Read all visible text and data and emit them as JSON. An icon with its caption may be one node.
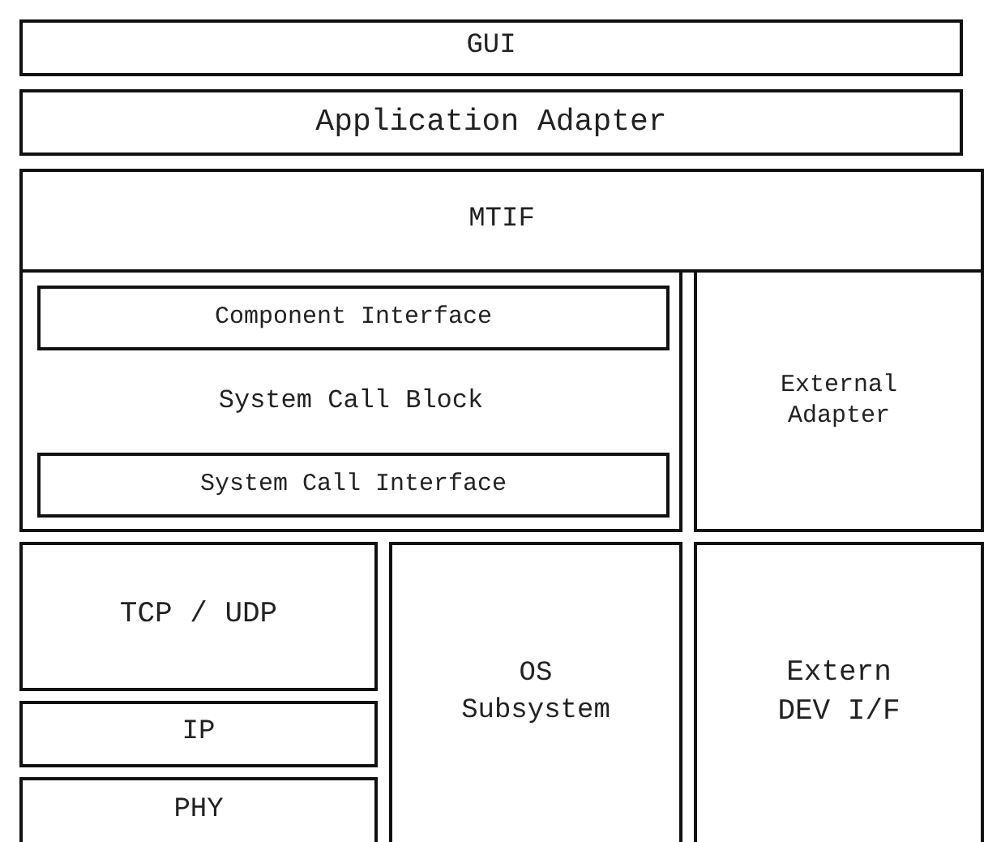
{
  "diagram": {
    "nodes": [
      {
        "text": [
          "GUI"
        ]
      },
      {
        "text": [
          "Application Adapter"
        ]
      },
      {
        "text": [
          "MTIF"
        ]
      },
      {
        "text": [
          "System Call Block"
        ]
      },
      {
        "text": [
          "Component Interface"
        ],
        "in": 3
      },
      {
        "text": [
          "System Call Interface"
        ],
        "in": 3
      },
      {
        "text": [
          "External Adapter"
        ]
      },
      {
        "text": [
          "TCP / UDP"
        ]
      },
      {
        "text": [
          "IP"
        ]
      },
      {
        "text": [
          "PHY"
        ]
      },
      {
        "text": [
          "OS Subsystem"
        ]
      },
      {
        "text": [
          "Extern DEV I/F"
        ]
      }
    ]
  }
}
